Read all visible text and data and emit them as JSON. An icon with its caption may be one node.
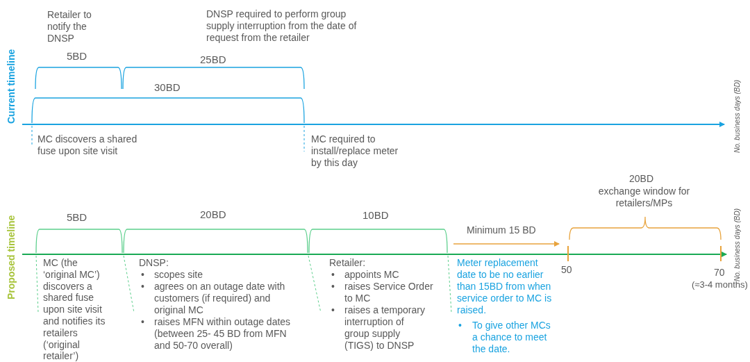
{
  "diagram": {
    "labels": [
      "Current timeline",
      "Retailer to notify the DNSP",
      "DNSP required to perform group supply interruption from the date of request from the retailer",
      "5BD",
      "25BD",
      "30BD",
      "MC discovers a shared fuse upon site visit",
      "MC required to install/replace meter by this day",
      "No. business days (BD)",
      "Proposed timeline",
      "5BD",
      "20BD",
      "10BD",
      "Minimum 15 BD",
      "20BD",
      "exchange window for retailers/MPs",
      "No. business days (BD)",
      "MC (the ‘original MC’) discovers a shared fuse upon site visit and notifies its retailers (‘original retailer’)",
      "DNSP:",
      "•",
      "scopes site",
      "•",
      "agrees on an outage date with customers (if required) and original MC",
      "•",
      "raises MFN within outage dates (between 25- 45 BD from MFN and 50-70 overall)",
      "Retailer:",
      "•",
      "appoints MC",
      "•",
      "raises Service Order to MC",
      "•",
      "raises a temporary interruption of group supply (TIGS) to DNSP",
      "Meter replacement date to be no earlier than 15BD from when service order to MC is raised.",
      "•",
      "To give other MCs a chance to meet the date.",
      "50",
      "70",
      "(≈3-4 months)"
    ]
  }
}
